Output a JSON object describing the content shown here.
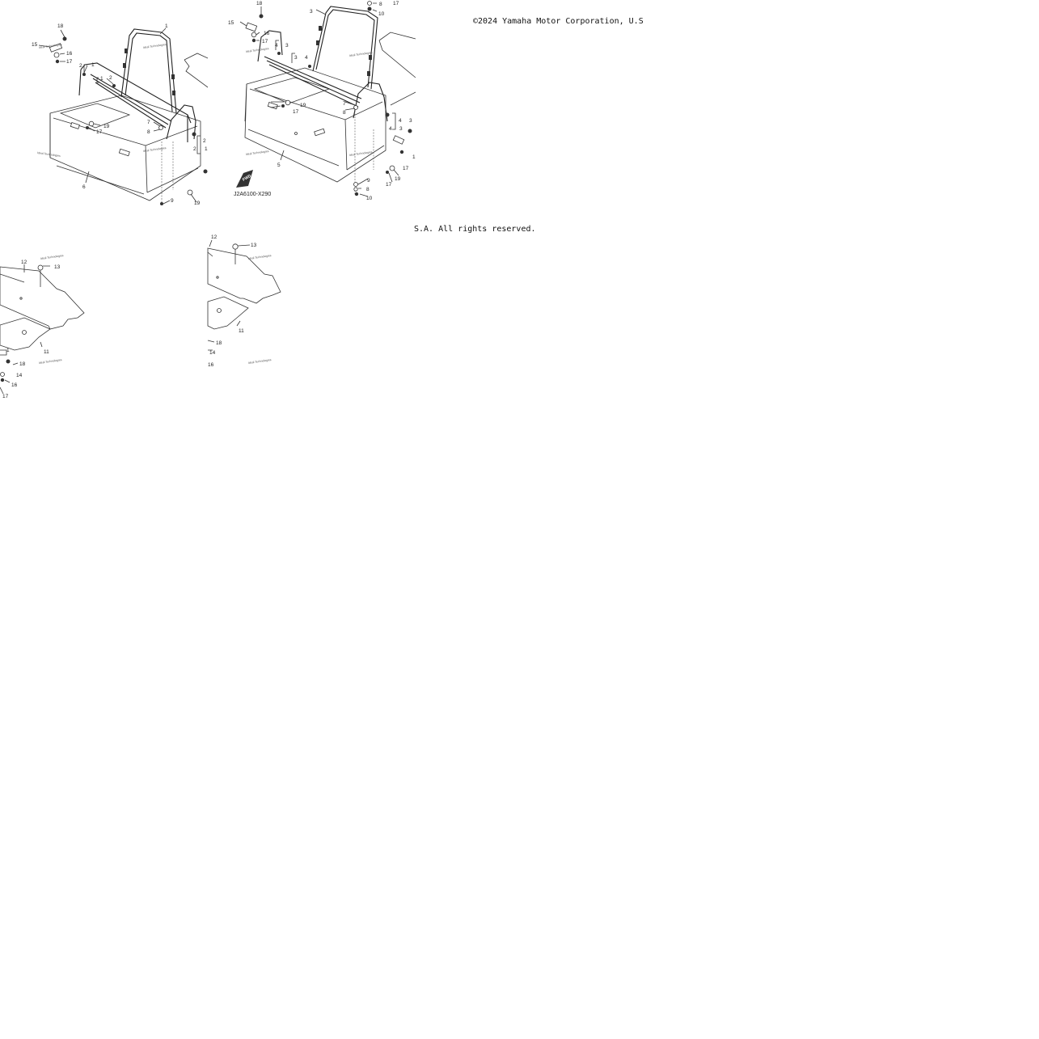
{
  "copyright_top": "©2024 Yamaha Motor Corporation, U.S",
  "copyright_bottom": "S.A. All rights reserved.",
  "diagram_code": "J2A6100-X290",
  "fwd_label": "FWD",
  "watermark": "Ideal Technologies",
  "callouts": {
    "n1": "1",
    "n2": "2",
    "n3": "3",
    "n4": "4",
    "n5": "5",
    "n6": "6",
    "n7": "7",
    "n8": "8",
    "n9": "9",
    "n10": "10",
    "n11": "11",
    "n12": "12",
    "n13": "13",
    "n14": "14",
    "n15": "15",
    "n16": "16",
    "n17": "17",
    "n18": "18",
    "n19": "19"
  }
}
